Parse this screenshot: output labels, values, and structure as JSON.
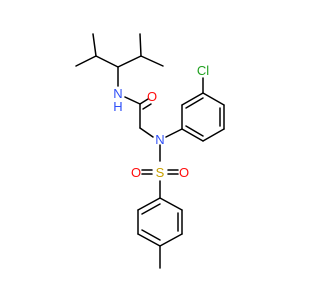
{
  "molecule": {
    "atoms": {
      "nh_n": "N",
      "nh_h": "H",
      "amide_o": "O",
      "sulfonamide_n": "N",
      "cl": "Cl",
      "s": "S",
      "so_o_left": "O",
      "so_o_right": "O"
    },
    "colors": {
      "bond": "#000000",
      "nitrogen": "#3050f8",
      "oxygen": "#ff0d0d",
      "sulfur": "#c8a000",
      "chlorine": "#1fa01f"
    }
  }
}
